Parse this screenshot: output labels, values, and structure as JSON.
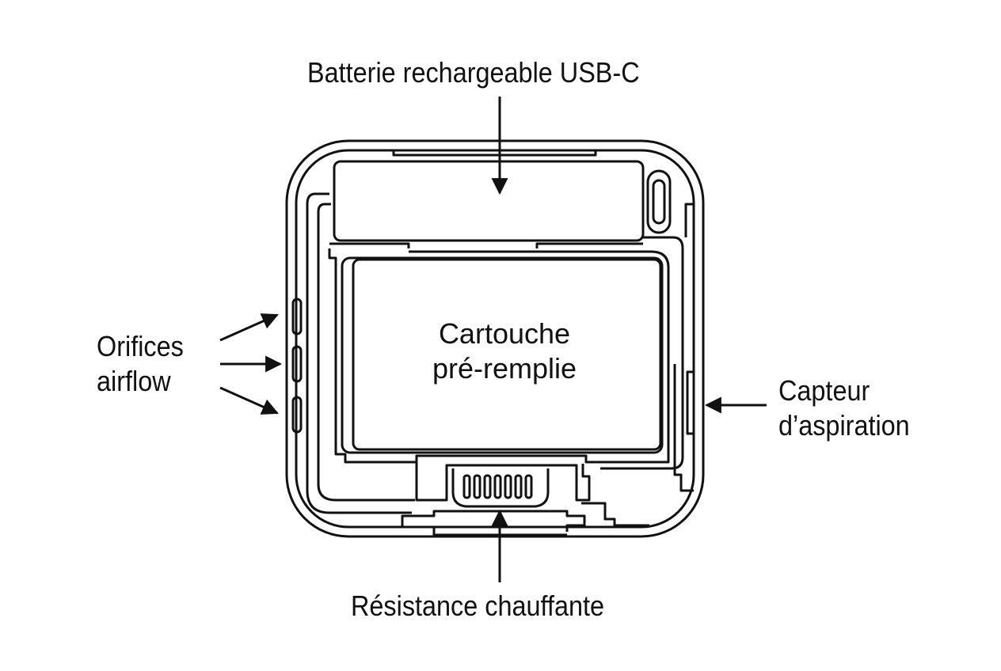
{
  "labels": {
    "battery": "Batterie rechargeable USB-C",
    "cartridge_line1": "Cartouche",
    "cartridge_line2": "pré-remplie",
    "airflow_line1": "Orifices",
    "airflow_line2": "airflow",
    "sensor_line1": "Capteur",
    "sensor_line2": "d’aspiration",
    "heater": "Résistance chauffante"
  },
  "colors": {
    "stroke": "#111111",
    "background": "#ffffff"
  }
}
